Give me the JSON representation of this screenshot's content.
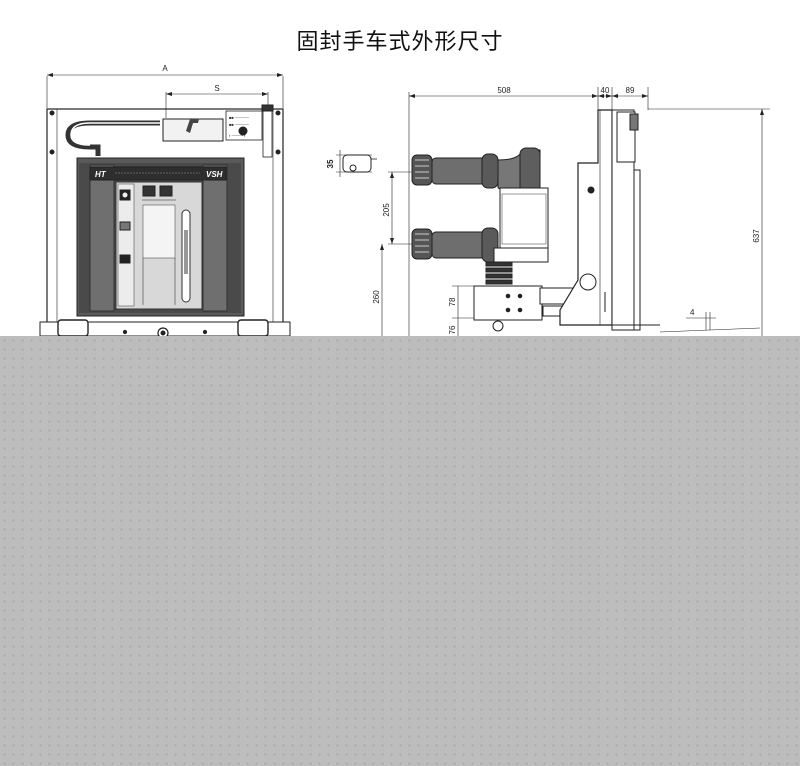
{
  "title": "固封手车式外形尺寸",
  "front_view": {
    "dim_width_label": "A",
    "dim_s_label": "S",
    "brand_left": "HT",
    "brand_right": "VSH"
  },
  "side_view": {
    "dim_depth": "508",
    "dim_40": "40",
    "dim_89": "89",
    "dim_35": "35",
    "dim_205": "205",
    "dim_260": "260",
    "dim_78": "78",
    "dim_76": "76",
    "dim_637": "637",
    "dim_4": "4"
  },
  "colors": {
    "panel_dark": "#3f3f3f",
    "panel_mid": "#6b6b6b",
    "side_gray": "#9a9a9a",
    "insulator": "#6e6e6e",
    "overlay": "#bdbdbd"
  }
}
